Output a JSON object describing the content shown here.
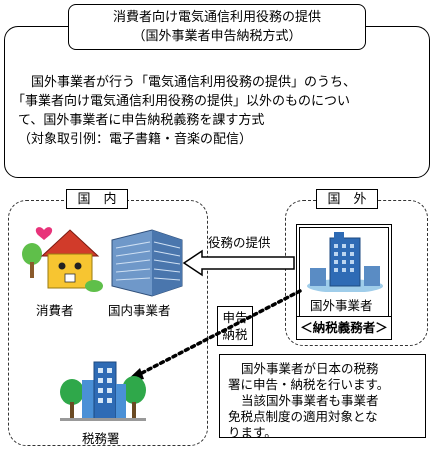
{
  "title": {
    "line1": "消費者向け電気通信利用役務の提供",
    "line2": "（国外事業者申告納税方式）"
  },
  "description": {
    "line1": "国外事業者が行う「電気通信利用役務の提供」のうち、",
    "line2": "「事業者向け電気通信利用役務の提供」以外のものについ",
    "line3": "て、国外事業者に申告納税義務を課す方式",
    "line4": "（対象取引例：電子書籍・音楽の配信）"
  },
  "regions": {
    "domestic": "国　内",
    "foreign": "国　外"
  },
  "actors": {
    "consumer": "消費者",
    "domestic_business": "国内事業者",
    "foreign_business": "国外事業者",
    "obligor": "＜納税義務者＞",
    "tax_office": "税務署"
  },
  "arrows": {
    "service": "役務の提供",
    "filing_line1": "申告",
    "filing_line2": "納税"
  },
  "note": {
    "line1": "国外事業者が日本の税務",
    "line2": "署に申告・納税を行います。",
    "line3": "当該国外事業者も事業者",
    "line4": "免税点制度の適用対象とな",
    "line5": "ります。"
  }
}
